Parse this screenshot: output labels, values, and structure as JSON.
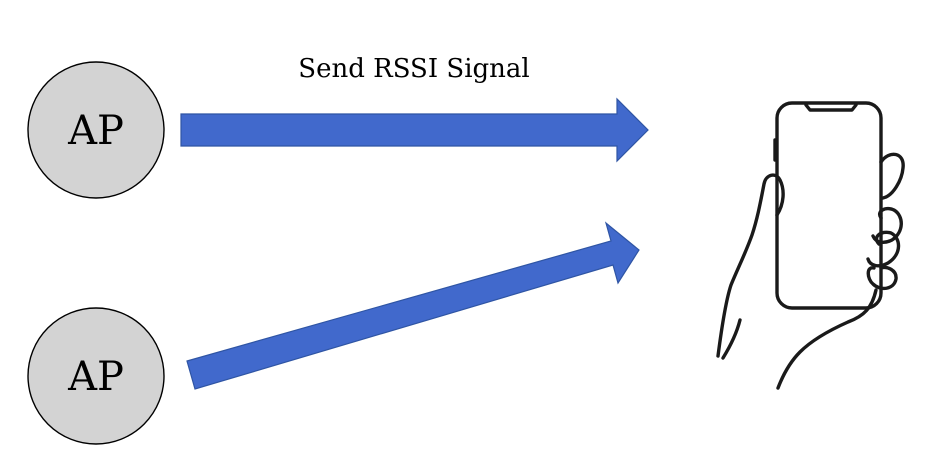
{
  "access_points": [
    {
      "label": "AP"
    },
    {
      "label": "AP"
    }
  ],
  "signal": {
    "label": "Send RSSI Signal"
  },
  "colors": {
    "arrow": "#4169cc",
    "ap_fill": "#d3d3d3"
  },
  "icons": {
    "receiver": "hand-holding-smartphone-icon"
  }
}
